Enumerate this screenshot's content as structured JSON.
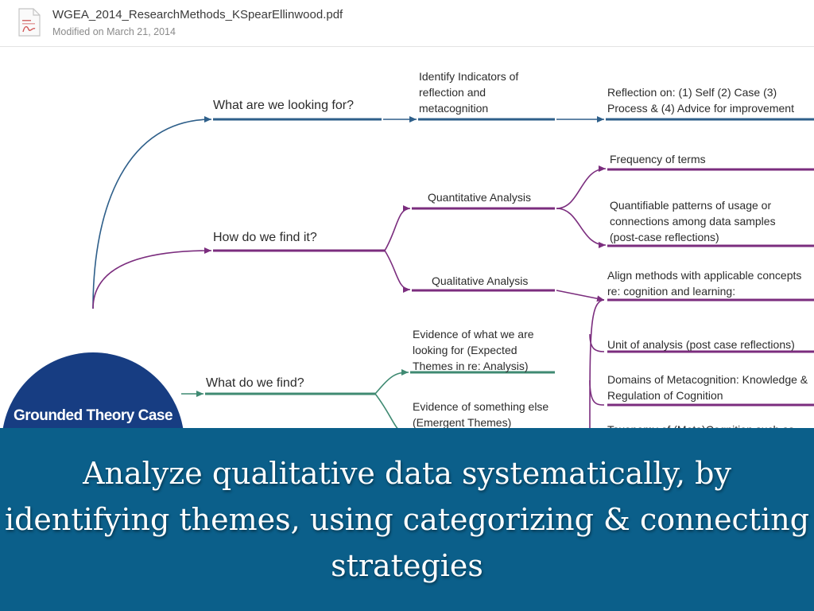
{
  "file": {
    "name": "WGEA_2014_ResearchMethods_KSpearEllinwood.pdf",
    "modified": "Modified on March 21, 2014"
  },
  "diagram": {
    "center": "Grounded Theory Case Study Method & Narrative Analysis",
    "branches": {
      "looking_for": "What are we looking for?",
      "find_it": "How do we find it?",
      "what_find": "What do we find?"
    },
    "nodes": {
      "identify": "Identify Indicators of reflection and metacognition",
      "reflection": "Reflection on: (1) Self (2) Case (3) Process & (4) Advice for improvement",
      "quantitative": "Quantitative Analysis",
      "qualitative": "Qualitative Analysis",
      "frequency": "Frequency of terms",
      "quantifiable": "Quantifiable patterns of usage or connections among data samples (post-case reflections)",
      "align": "Align methods with applicable concepts re: cognition and learning:",
      "unit": "Unit of analysis (post case reflections)",
      "domains": "Domains of Metacognition: Knowledge & Regulation of Cognition",
      "taxonomy": "Taxonomy of (Meta)Cognition such as",
      "evidence_expected": "Evidence of what we are looking for (Expected Themes in re: Analysis)",
      "evidence_emergent": "Evidence of something else (Emergent Themes)"
    },
    "colors": {
      "blue": "#2e5f8a",
      "purple": "#7b2d7e",
      "green": "#3f8a72",
      "circle": "#173d82",
      "banner": "#0b5f8a"
    }
  },
  "banner": {
    "text": "Analyze qualitative data systematically, by identifying themes, using categorizing & connecting strategies"
  }
}
